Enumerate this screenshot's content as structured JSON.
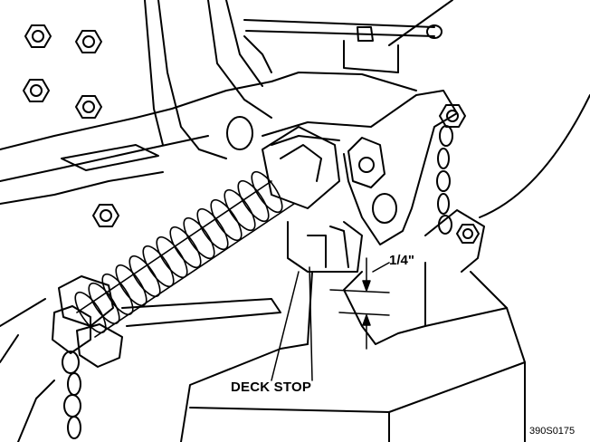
{
  "figure": {
    "dimension_label": "1/4\"",
    "callout_label": "DECK STOP",
    "figure_id": "390S0175"
  },
  "colors": {
    "line": "#000000",
    "background": "#ffffff"
  }
}
